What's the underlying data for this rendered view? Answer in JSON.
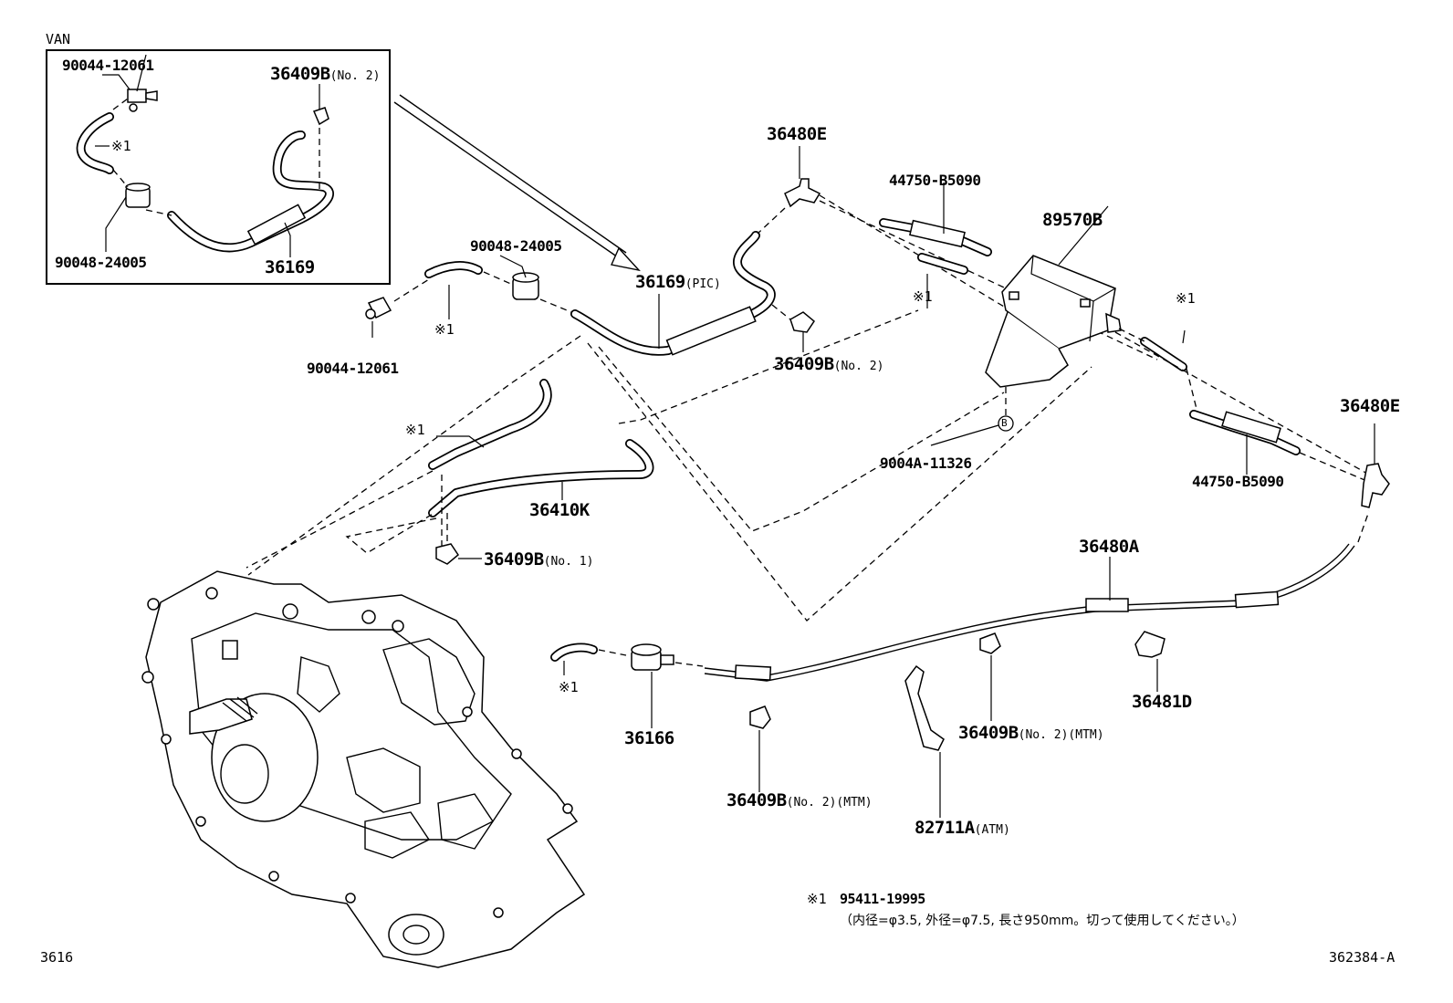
{
  "inset": {
    "title": "VAN",
    "labels": {
      "bolt": "90044-12061",
      "clip_part": "36409B",
      "clip_suffix": "(No. 2)",
      "hose_ref": "※1",
      "grommet": "90048-24005",
      "hose": "36169"
    }
  },
  "labels": {
    "grommet_main": "90048-24005",
    "bolt_main": "90044-12061",
    "hose_ref_a": "※1",
    "hose_pic_part": "36169",
    "hose_pic_suffix": "(PIC)",
    "clip_a_part": "36409B",
    "clip_a_suffix": "(No. 2)",
    "elbow_a": "36480E",
    "filter_a": "44750-B5090",
    "valve": "89570B",
    "hose_ref_b": "※1",
    "hose_ref_c": "※1",
    "screw": "9004A-11326",
    "screw_marker": "B",
    "filter_b": "44750-B5090",
    "elbow_b": "36480E",
    "hose_ref_d": "※1",
    "hose_36410K": "36410K",
    "clip_b_part": "36409B",
    "clip_b_suffix": "(No. 1)",
    "breather_pipe": "36480A",
    "hose_ref_e": "※1",
    "damper": "36166",
    "clip_c_part": "36409B",
    "clip_c_suffix": "(No. 2)(MTM)",
    "clip_d_part": "36409B",
    "clip_d_suffix": "(No. 2)(MTM)",
    "bracket_part": "82711A",
    "bracket_suffix": "(ATM)",
    "clamp": "36481D"
  },
  "footnote": {
    "mark": "※1",
    "part": "95411-19995",
    "text": "（内径=φ3.5, 外径=φ7.5, 長さ950mm。切って使用してください。）"
  },
  "footer": {
    "section": "3616",
    "figure": "362384-A"
  }
}
